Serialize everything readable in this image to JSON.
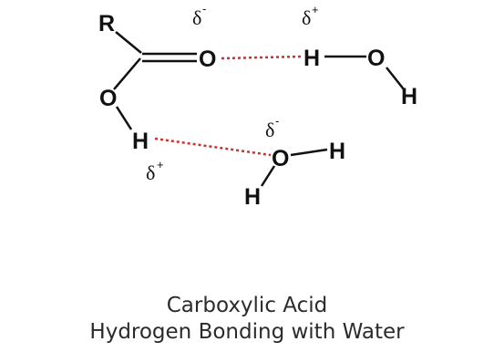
{
  "diagram": {
    "atoms": {
      "r": "R",
      "carbonyl_oxygen": "O",
      "hydroxyl_oxygen": "O",
      "acid_hydrogen": "H",
      "water1_oxygen": "O",
      "water1_bonded_hydrogen": "H",
      "water1_other_hydrogen": "H",
      "water2_oxygen": "O",
      "water2_right_hydrogen": "H",
      "water2_lower_hydrogen": "H"
    },
    "charges": {
      "carbonyl_oxygen": {
        "symbol": "δ",
        "sign": "-"
      },
      "water1_hydrogen": {
        "symbol": "δ",
        "sign": "+"
      },
      "acid_hydrogen": {
        "symbol": "δ",
        "sign": "+"
      },
      "water2_oxygen": {
        "symbol": "δ",
        "sign": "-"
      }
    },
    "colors": {
      "bond": "#111111",
      "hydrogen_bond": "#d0302c",
      "caption": "#2b2b2b"
    }
  },
  "caption": {
    "line1": "Carboxylic Acid",
    "line2": "Hydrogen Bonding with Water"
  }
}
